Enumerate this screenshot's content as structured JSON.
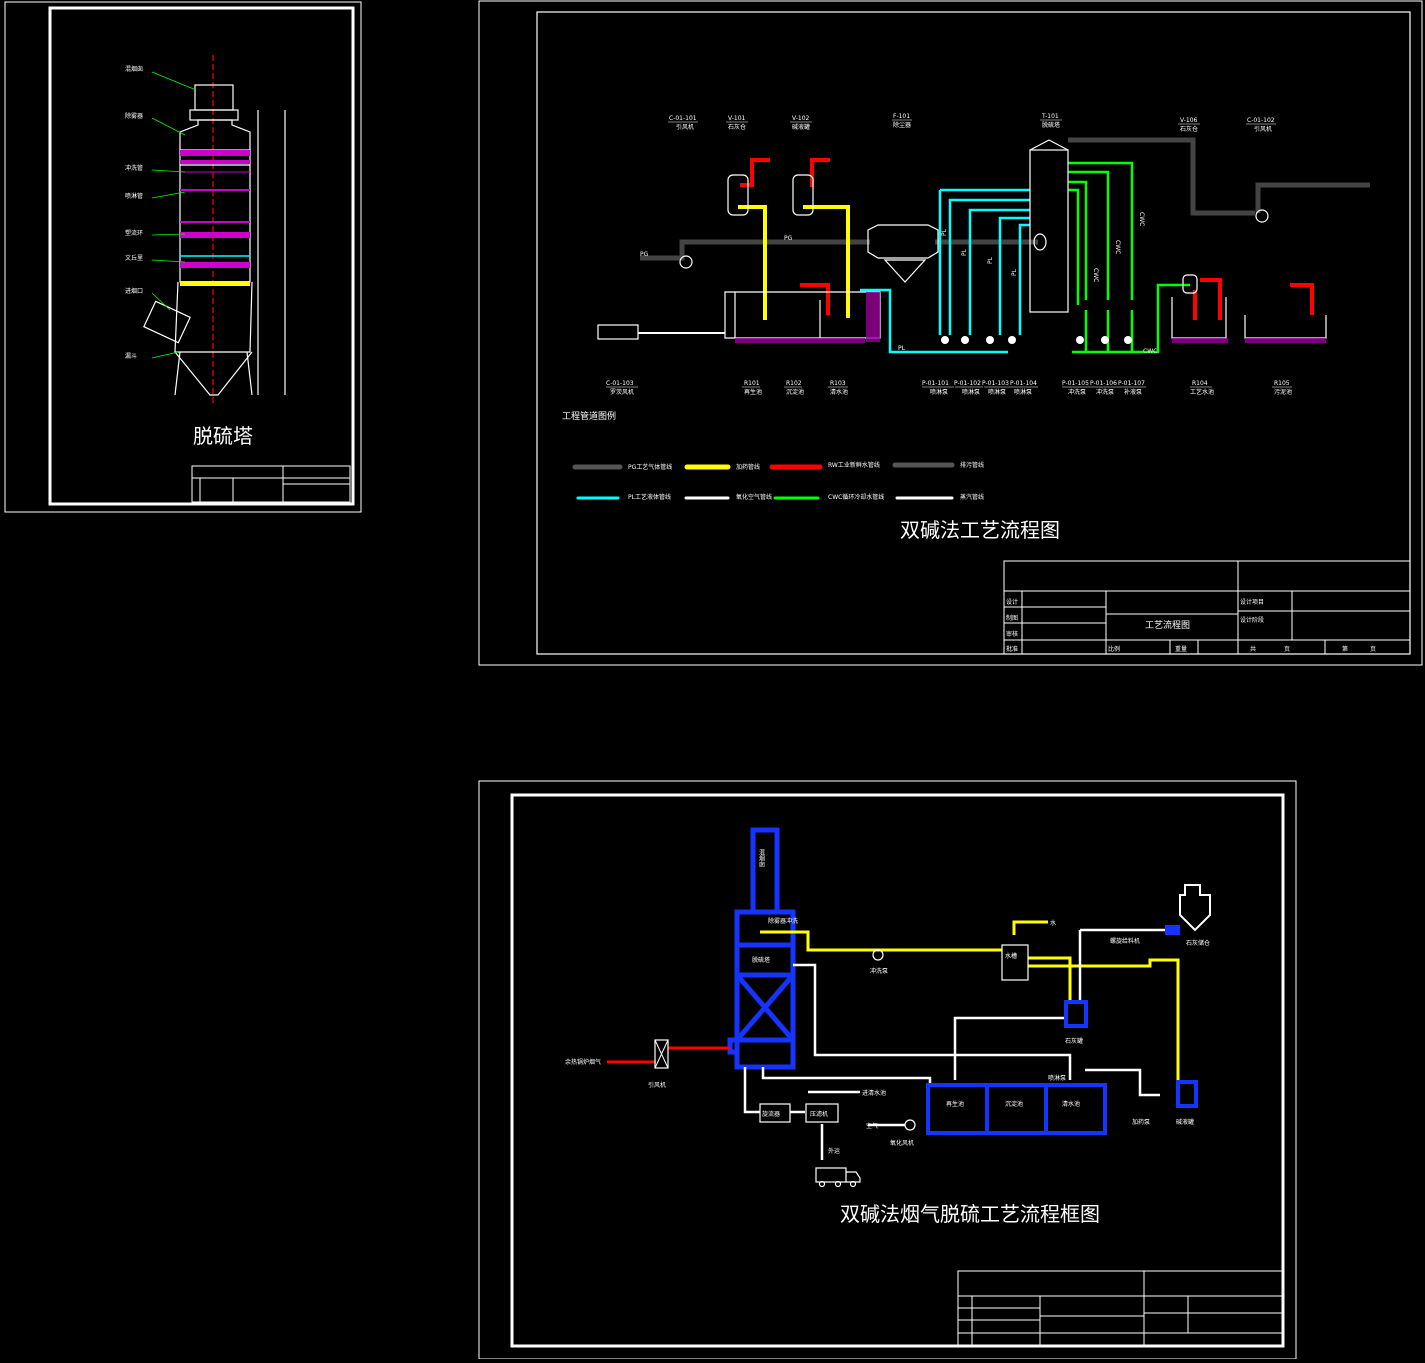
{
  "sheet1": {
    "title": "脱硫塔",
    "labels": [
      "混烟囱",
      "除雾器",
      "冲洗管",
      "喷淋管",
      "塑流环",
      "文丘里",
      "进烟口",
      "漏斗"
    ]
  },
  "sheet2": {
    "title": "双碱法工艺流程图",
    "legend_heading": "工程管道图例",
    "pipe_labels": {
      "pg": "PG",
      "pl": "PL",
      "cwc": "CWC"
    },
    "top_tags": [
      {
        "code": "C-01-101",
        "name": "引风机"
      },
      {
        "code": "V-101",
        "name": "石灰仓"
      },
      {
        "code": "V-102",
        "name": "碱液罐"
      },
      {
        "code": "F-101",
        "name": "除尘器"
      },
      {
        "code": "T-101",
        "name": "脱硫塔"
      },
      {
        "code": "V-106",
        "name": "石灰仓"
      },
      {
        "code": "C-01-102",
        "name": "引风机"
      }
    ],
    "bottom_tags": [
      {
        "code": "C-01-103",
        "name": "罗茨风机"
      },
      {
        "code": "R101",
        "name": "再生池"
      },
      {
        "code": "R102",
        "name": "沉淀池"
      },
      {
        "code": "R103",
        "name": "清水池"
      },
      {
        "code": "P-01-101",
        "name": "喷淋泵"
      },
      {
        "code": "P-01-102",
        "name": "喷淋泵"
      },
      {
        "code": "P-01-103",
        "name": "喷淋泵"
      },
      {
        "code": "P-01-104",
        "name": "喷淋泵"
      },
      {
        "code": "P-01-105",
        "name": "冲洗泵"
      },
      {
        "code": "P-01-106",
        "name": "冲洗泵"
      },
      {
        "code": "P-01-107",
        "name": "补液泵"
      },
      {
        "code": "R104",
        "name": "工艺水池"
      },
      {
        "code": "R105",
        "name": "污泥池"
      }
    ],
    "legend": [
      {
        "label": "PG工艺气体管线",
        "color": "#555555"
      },
      {
        "label": "加药管线",
        "color": "#ffff00"
      },
      {
        "label": "RW工业新鲜水管线",
        "color": "#ff0000"
      },
      {
        "label": "排污管线",
        "color": "#555555"
      },
      {
        "label": "PL工艺液体管线",
        "color": "#00ffff"
      },
      {
        "label": "氧化空气管线",
        "color": "#ffffff"
      },
      {
        "label": "CWC循环冷却水管线",
        "color": "#00ff00"
      },
      {
        "label": "蒸汽管线",
        "color": "#ffffff"
      }
    ],
    "title_block": {
      "rows": [
        "设计",
        "制图",
        "审核",
        "批准"
      ],
      "drawing_name": "工艺流程图",
      "project": "设计项目",
      "stage": "设计阶段",
      "scale": "比例",
      "weight": "重量",
      "total": "共",
      "page": "页",
      "sheet": "第"
    }
  },
  "sheet3": {
    "title": "双碱法烟气脱硫工艺流程框图",
    "tower": {
      "chimney": "混烟囱",
      "mist": "除雾器冲洗",
      "body": "脱硫塔"
    },
    "inlet": "余热锅炉烟气",
    "fan": "引风机",
    "flush_pump": "冲洗泵",
    "water_tank": "水槽",
    "water": "水",
    "feeder": "螺旋给料机",
    "lime_silo": "石灰储仓",
    "lime_tank": "石灰罐",
    "spray_pump": "喷淋泵",
    "cyclone": "旋流器",
    "filter_press": "压滤机",
    "to_clear": "进清水池",
    "haul": "外运",
    "air": "空气",
    "oxid_fan": "氧化风机",
    "pools": [
      "再生池",
      "沉淀池",
      "清水池"
    ],
    "dosing_pump": "加药泵",
    "alkali_tank": "碱液罐"
  }
}
